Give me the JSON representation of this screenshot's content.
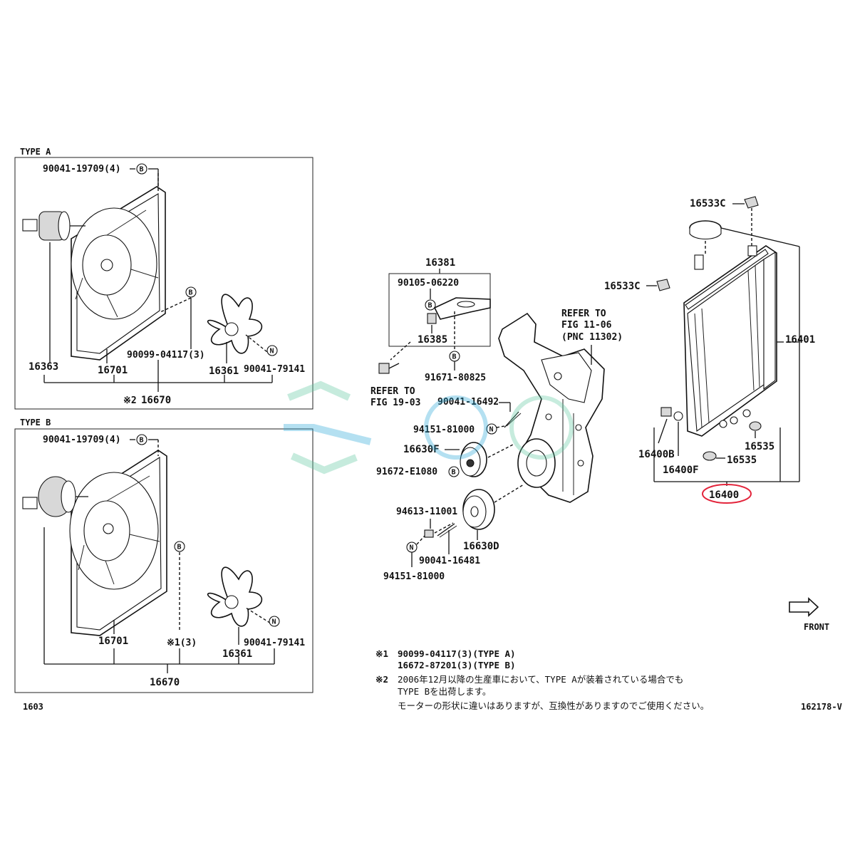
{
  "colors": {
    "ink": "#111111",
    "highlight": "#e3243b",
    "watermark_blue": "#2aa8d8",
    "watermark_green": "#5ec8a0"
  },
  "page": {
    "page_number": "1603",
    "illustration_code": "162178-V",
    "front_label": "FRONT"
  },
  "type_a": {
    "title": "TYPE A",
    "labels": {
      "bolt_top": "90041-19709(4)",
      "bolt_mid": "90099-04117(3)",
      "motor_assy": "16363",
      "shroud": "16701",
      "fan": "16361",
      "nut": "90041-79141",
      "assembly": "16670",
      "assembly_mark": "※2"
    }
  },
  "type_b": {
    "title": "TYPE B",
    "labels": {
      "bolt_top": "90041-19709(4)",
      "shroud": "16701",
      "bolt_mid": "※1(3)",
      "fan": "16361",
      "nut": "90041-79141",
      "assembly": "16670"
    }
  },
  "center": {
    "bracket_group": "16381",
    "bracket_bolt": "90105-06220",
    "bracket": "16385",
    "clip": "91671-80825",
    "refer_19": [
      "REFER TO",
      "FIG 19-03"
    ],
    "refer_11": [
      "REFER TO",
      "FIG 11-06",
      "(PNC 11302)"
    ],
    "stud_top": "90041-16492",
    "nut_top": "94151-81000",
    "idler_top": "16630F",
    "idler_bolt": "91672-E1080",
    "washer": "94613-11001",
    "idler_bottom": "16630D",
    "stud_bottom": "90041-16481",
    "nut_bottom": "94151-81000"
  },
  "radiator": {
    "cap_top": "16533C",
    "cap_side": "16533C",
    "core": "16401",
    "drain_b": "16400B",
    "drain_f": "16400F",
    "support_top": "16535",
    "support_bottom": "16535",
    "assembly": "16400"
  },
  "letters": {
    "b": "B",
    "n": "N"
  },
  "notes": {
    "note1_mark": "※1",
    "note1_line1": "90099-04117(3)(TYPE A)",
    "note1_line2": "16672-87201(3)(TYPE B)",
    "note2_mark": "※2",
    "note2_line1": "2006年12月以降の生産車において、TYPE Aが装着されている場合でも",
    "note2_line2": "TYPE Bを出荷します。",
    "note2_line3": "モーターの形状に違いはありますが、互換性がありますのでご使用ください。"
  }
}
